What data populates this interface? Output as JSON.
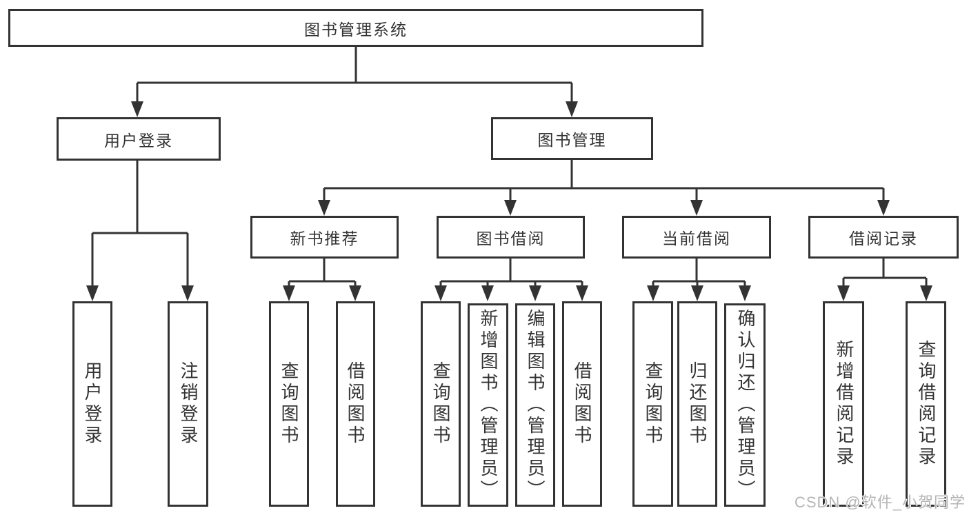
{
  "diagram": {
    "root": {
      "label": "图书管理系统"
    },
    "branches": [
      {
        "label": "用户登录",
        "leaves": [
          {
            "label": "用户登录"
          },
          {
            "label": "注销登录"
          }
        ]
      },
      {
        "label": "图书管理",
        "groups": [
          {
            "label": "新书推荐",
            "leaves": [
              {
                "label": "查询图书"
              },
              {
                "label": "借阅图书"
              }
            ]
          },
          {
            "label": "图书借阅",
            "leaves": [
              {
                "label": "查询图书"
              },
              {
                "label": "新增图书（管理员）"
              },
              {
                "label": "编辑图书（管理员）"
              },
              {
                "label": "借阅图书"
              }
            ]
          },
          {
            "label": "当前借阅",
            "leaves": [
              {
                "label": "查询图书"
              },
              {
                "label": "归还图书"
              },
              {
                "label": "确认归还（管理员）"
              }
            ]
          },
          {
            "label": "借阅记录",
            "leaves": [
              {
                "label": "新增借阅记录"
              },
              {
                "label": "查询借阅记录"
              }
            ]
          }
        ]
      }
    ]
  },
  "watermark": "CSDN @软件_小贺同学",
  "colors": {
    "line": "#333333",
    "text": "#333333",
    "box_background": "#ffffff",
    "background": "#ffffff",
    "watermark": "#b5b5b5"
  }
}
